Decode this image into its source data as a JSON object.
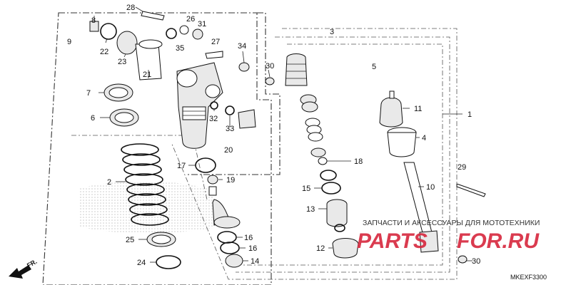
{
  "callouts": {
    "c1": "1",
    "c2": "2",
    "c3": "3",
    "c4": "4",
    "c5": "5",
    "c6": "6",
    "c7": "7",
    "c8": "8",
    "c9": "9",
    "c10": "10",
    "c11": "11",
    "c12": "12",
    "c13": "13",
    "c14": "14",
    "c15": "15",
    "c16a": "16",
    "c16b": "16",
    "c17": "17",
    "c18": "18",
    "c19": "19",
    "c20": "20",
    "c21": "21",
    "c22": "22",
    "c23": "23",
    "c24": "24",
    "c25": "25",
    "c26": "26",
    "c27": "27",
    "c28": "28",
    "c29": "29",
    "c30a": "30",
    "c30b": "30",
    "c31": "31",
    "c32": "32",
    "c33": "33",
    "c34": "34",
    "c35": "35"
  },
  "direction_label": "FR.",
  "watermark": {
    "tagline": "ЗАПЧАСТИ И АКСЕССУАРЫ ДЛЯ МОТОТЕХНИКИ",
    "brand_left": "PARTS",
    "brand_right": "FOR.RU",
    "brand_color": "#d7263d"
  },
  "diagram_code": "MKEXF3300"
}
